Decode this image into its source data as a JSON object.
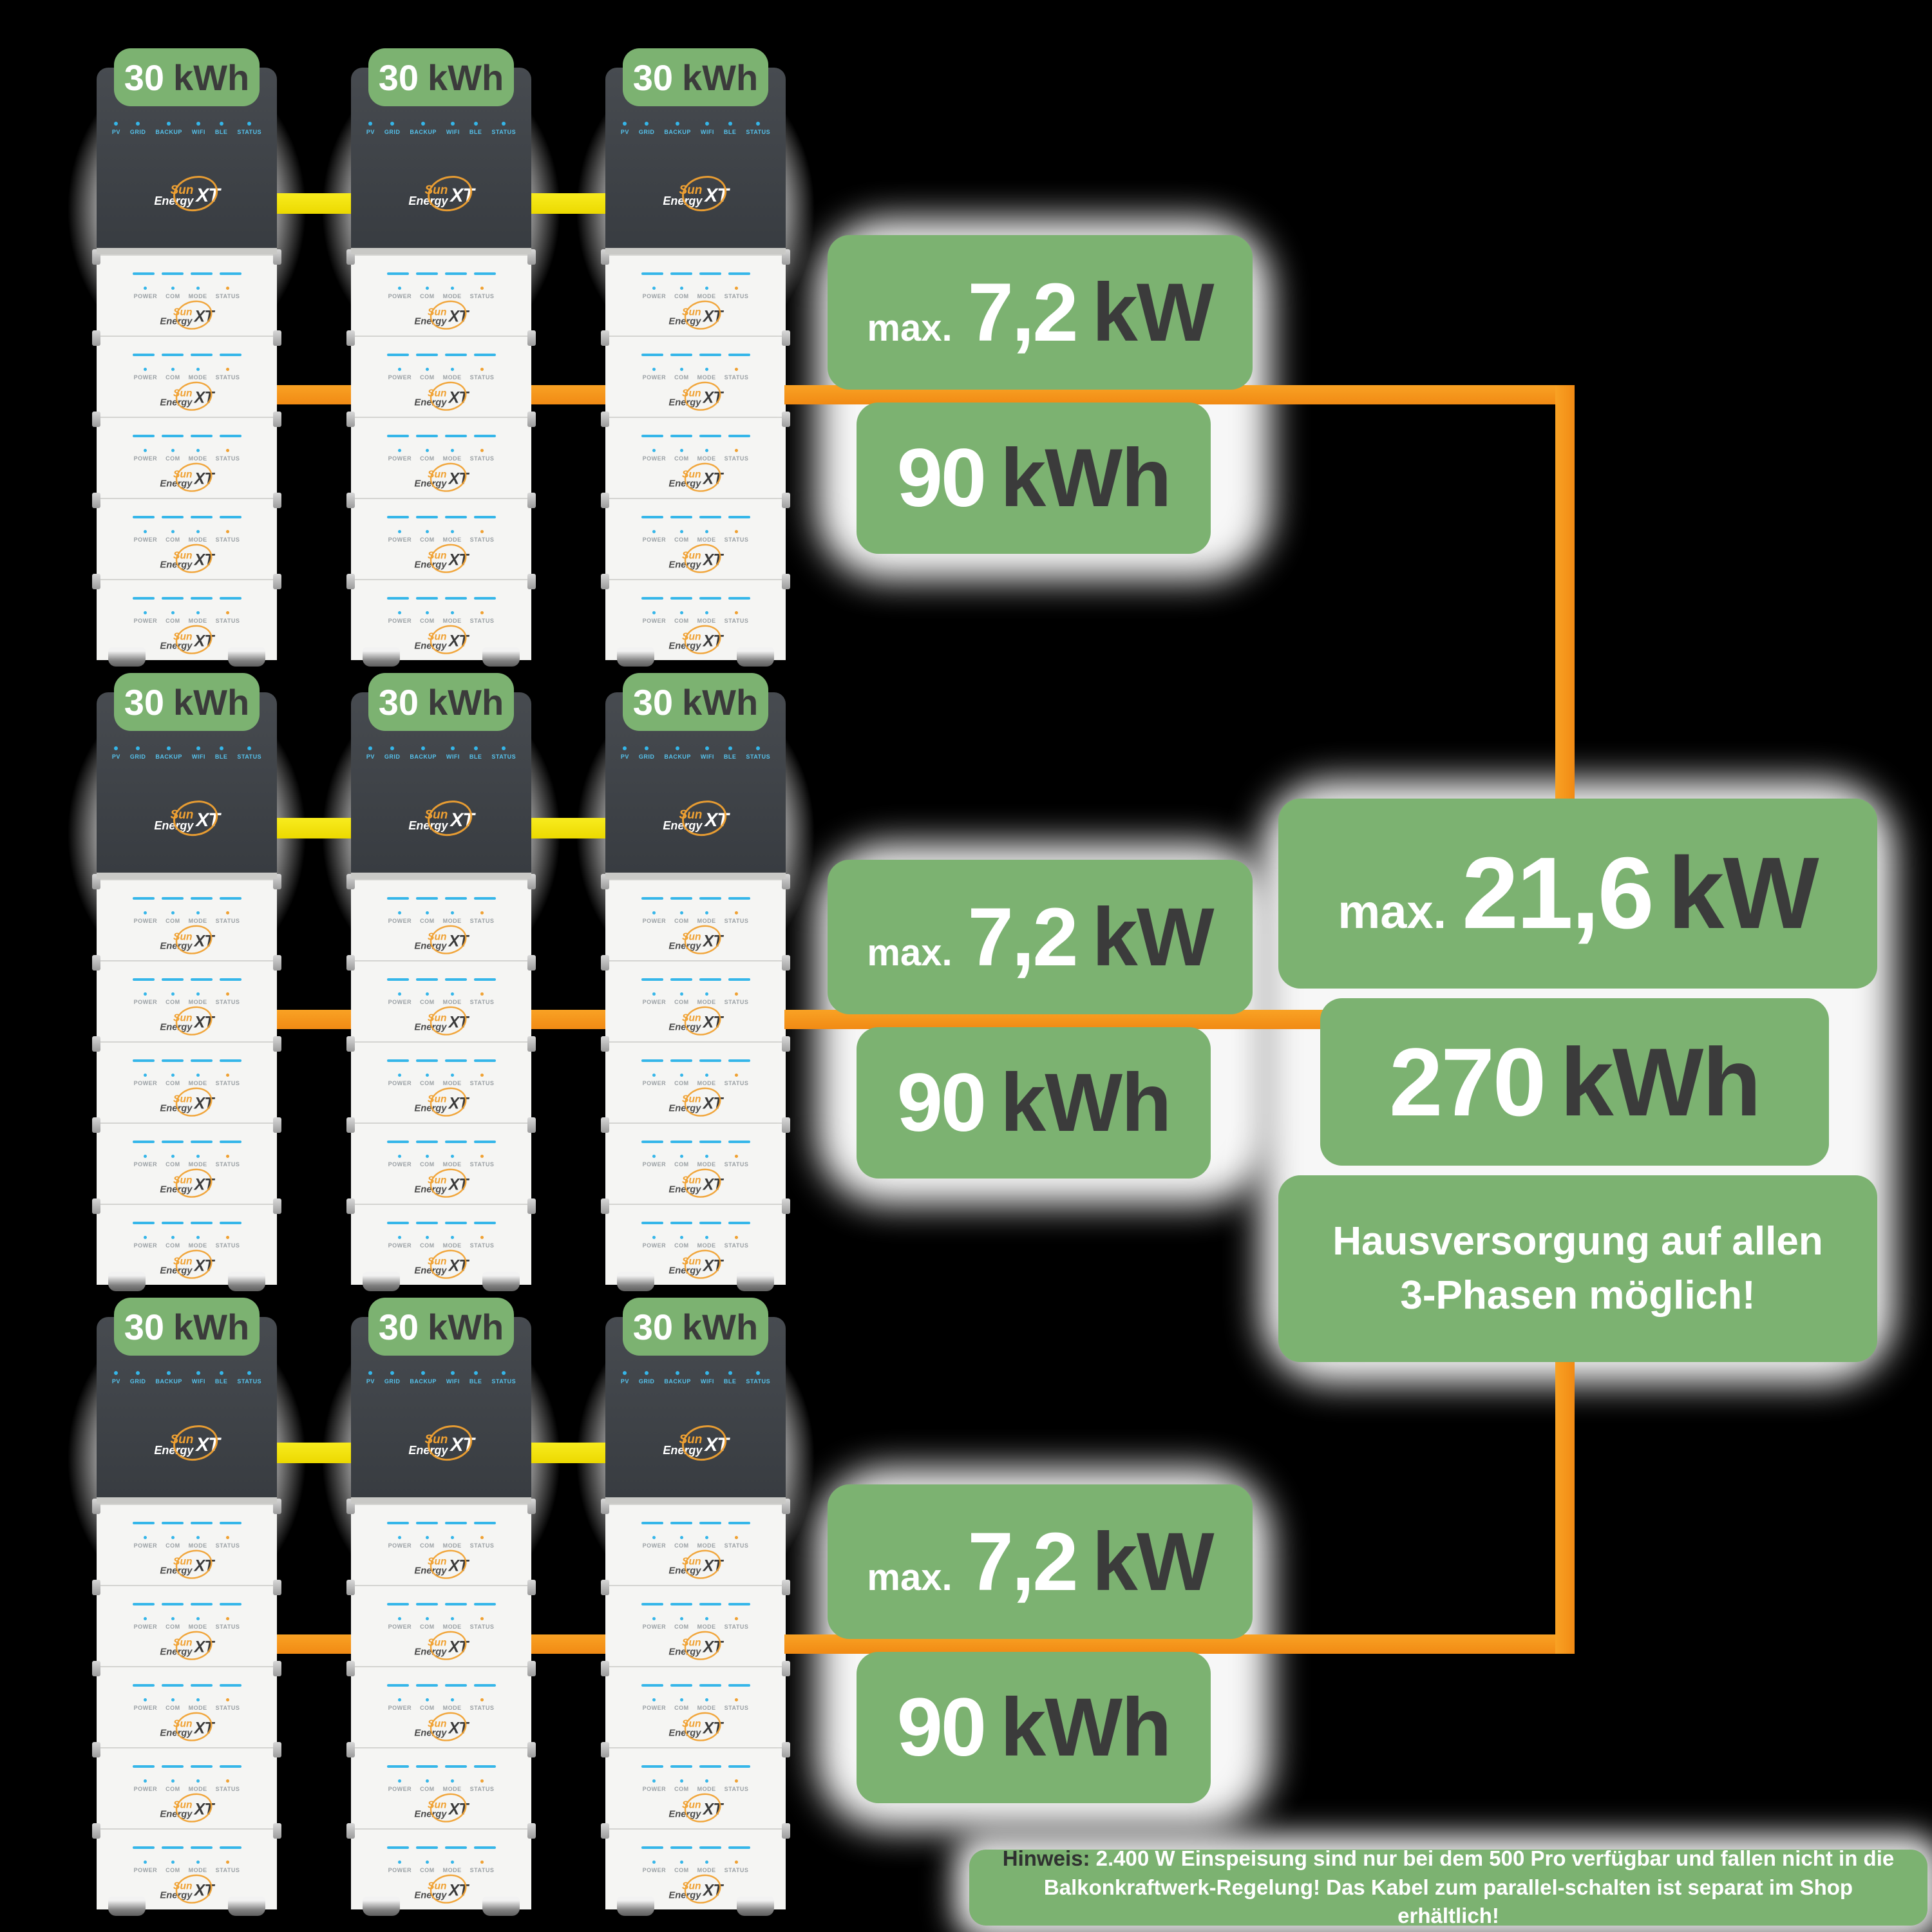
{
  "badge": {
    "value": "30",
    "unit": "kWh"
  },
  "row_labels": [
    {
      "prefix": "max.",
      "power_value": "7,2",
      "power_unit": "kW",
      "energy_value": "90",
      "energy_unit": "kWh"
    },
    {
      "prefix": "max.",
      "power_value": "7,2",
      "power_unit": "kW",
      "energy_value": "90",
      "energy_unit": "kWh"
    },
    {
      "prefix": "max.",
      "power_value": "7,2",
      "power_unit": "kW",
      "energy_value": "90",
      "energy_unit": "kWh"
    }
  ],
  "total_label": {
    "prefix": "max.",
    "power_value": "21,6",
    "power_unit": "kW",
    "energy_value": "270",
    "energy_unit": "kWh",
    "info_line1": "Hausversorgung auf allen",
    "info_line2": "3-Phasen möglich!"
  },
  "footnote": {
    "prefix": "Hinweis:",
    "body": "2.400 W Einspeisung sind nur bei dem 500 Pro verfügbar und fallen nicht in die Balkonkraftwerk-Regelung! Das Kabel zum parallel-schalten ist separat im Shop erhältlich!"
  },
  "device": {
    "brand_line1": "Sun",
    "brand_line2": "Energy",
    "brand_suffix": "XT",
    "inverter_leds": [
      "PV",
      "GRID",
      "BACKUP",
      "WIFI",
      "BLE",
      "STATUS"
    ],
    "battery_leds": [
      "POWER",
      "COM",
      "MODE",
      "STATUS"
    ]
  },
  "colors": {
    "background": "#000000",
    "green": "#7cb271",
    "orange_cable": "#f7941d",
    "yellow_cable": "#f3e103",
    "dark_text": "#3b3b3b",
    "white_text": "#ffffff",
    "led_cyan": "#35b6e9",
    "led_orange": "#f0a132",
    "inverter_body": "#3f444a",
    "battery_body": "#f5f5f3"
  },
  "layout_units": {
    "tower_count": 9,
    "rows": 3,
    "towers_per_row": 3,
    "modules_per_tower": 5
  }
}
